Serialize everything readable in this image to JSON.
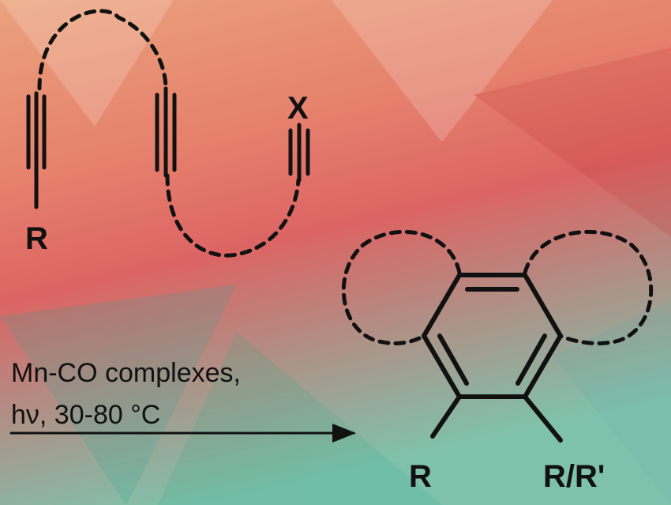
{
  "reactant": {
    "substituent": "R",
    "terminal_group": "X"
  },
  "conditions": {
    "line1": "Mn-CO complexes,",
    "line2": "hν, 30-80 °C"
  },
  "product": {
    "substituent_left": "R",
    "substituent_right": "R/R'"
  },
  "colors": {
    "top": "#eba27c",
    "middle": "#df6462",
    "bottom": "#7fc2ac",
    "ink": "#111111"
  }
}
